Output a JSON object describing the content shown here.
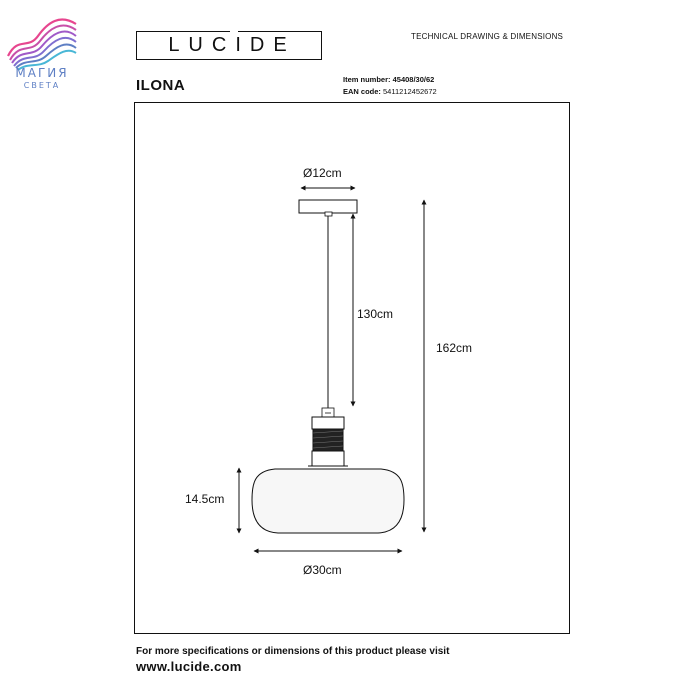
{
  "watermark": {
    "line1": "МАГИЯ",
    "line2": "СВЕТА",
    "colors": [
      "#e7468f",
      "#a05ac8",
      "#5e7fc4",
      "#49b7d6"
    ]
  },
  "header": {
    "brand": "LUCIDE",
    "document_type": "TECHNICAL DRAWING & DIMENSIONS",
    "product_name": "ILONA",
    "item_number_label": "Item number:",
    "item_number": "45408/30/62",
    "ean_label": "EAN code:",
    "ean_code": "5411212452672"
  },
  "dimensions": {
    "canopy_diameter": "Ø12cm",
    "cord_length": "130cm",
    "total_height": "162cm",
    "shade_height": "14.5cm",
    "shade_diameter": "Ø30cm"
  },
  "footer": {
    "note": "For more specifications or dimensions of this product please visit",
    "url": "www.lucide.com"
  },
  "colors": {
    "line": "#111111",
    "shade_fill": "#f7f7f7"
  }
}
